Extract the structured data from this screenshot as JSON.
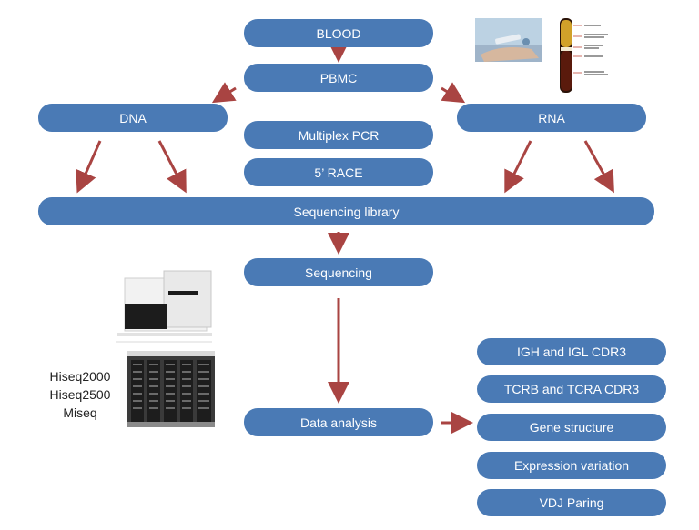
{
  "nodes": {
    "blood": "BLOOD",
    "pbmc": "PBMC",
    "dna": "DNA",
    "rna": "RNA",
    "multiplex_pcr": "Multiplex PCR",
    "race": "5’ RACE",
    "sequencing_library": "Sequencing library",
    "sequencing": "Sequencing",
    "data_analysis": "Data analysis"
  },
  "outputs": [
    "IGH and IGL CDR3",
    "TCRB and TCRA CDR3",
    "Gene structure",
    "Expression variation",
    "VDJ Paring"
  ],
  "sequencers": [
    "Hiseq2000",
    "Hiseq2500",
    "Miseq"
  ],
  "colors": {
    "node_fill": "#4a7ab5",
    "arrow": "#a94442",
    "text": "#ffffff"
  }
}
